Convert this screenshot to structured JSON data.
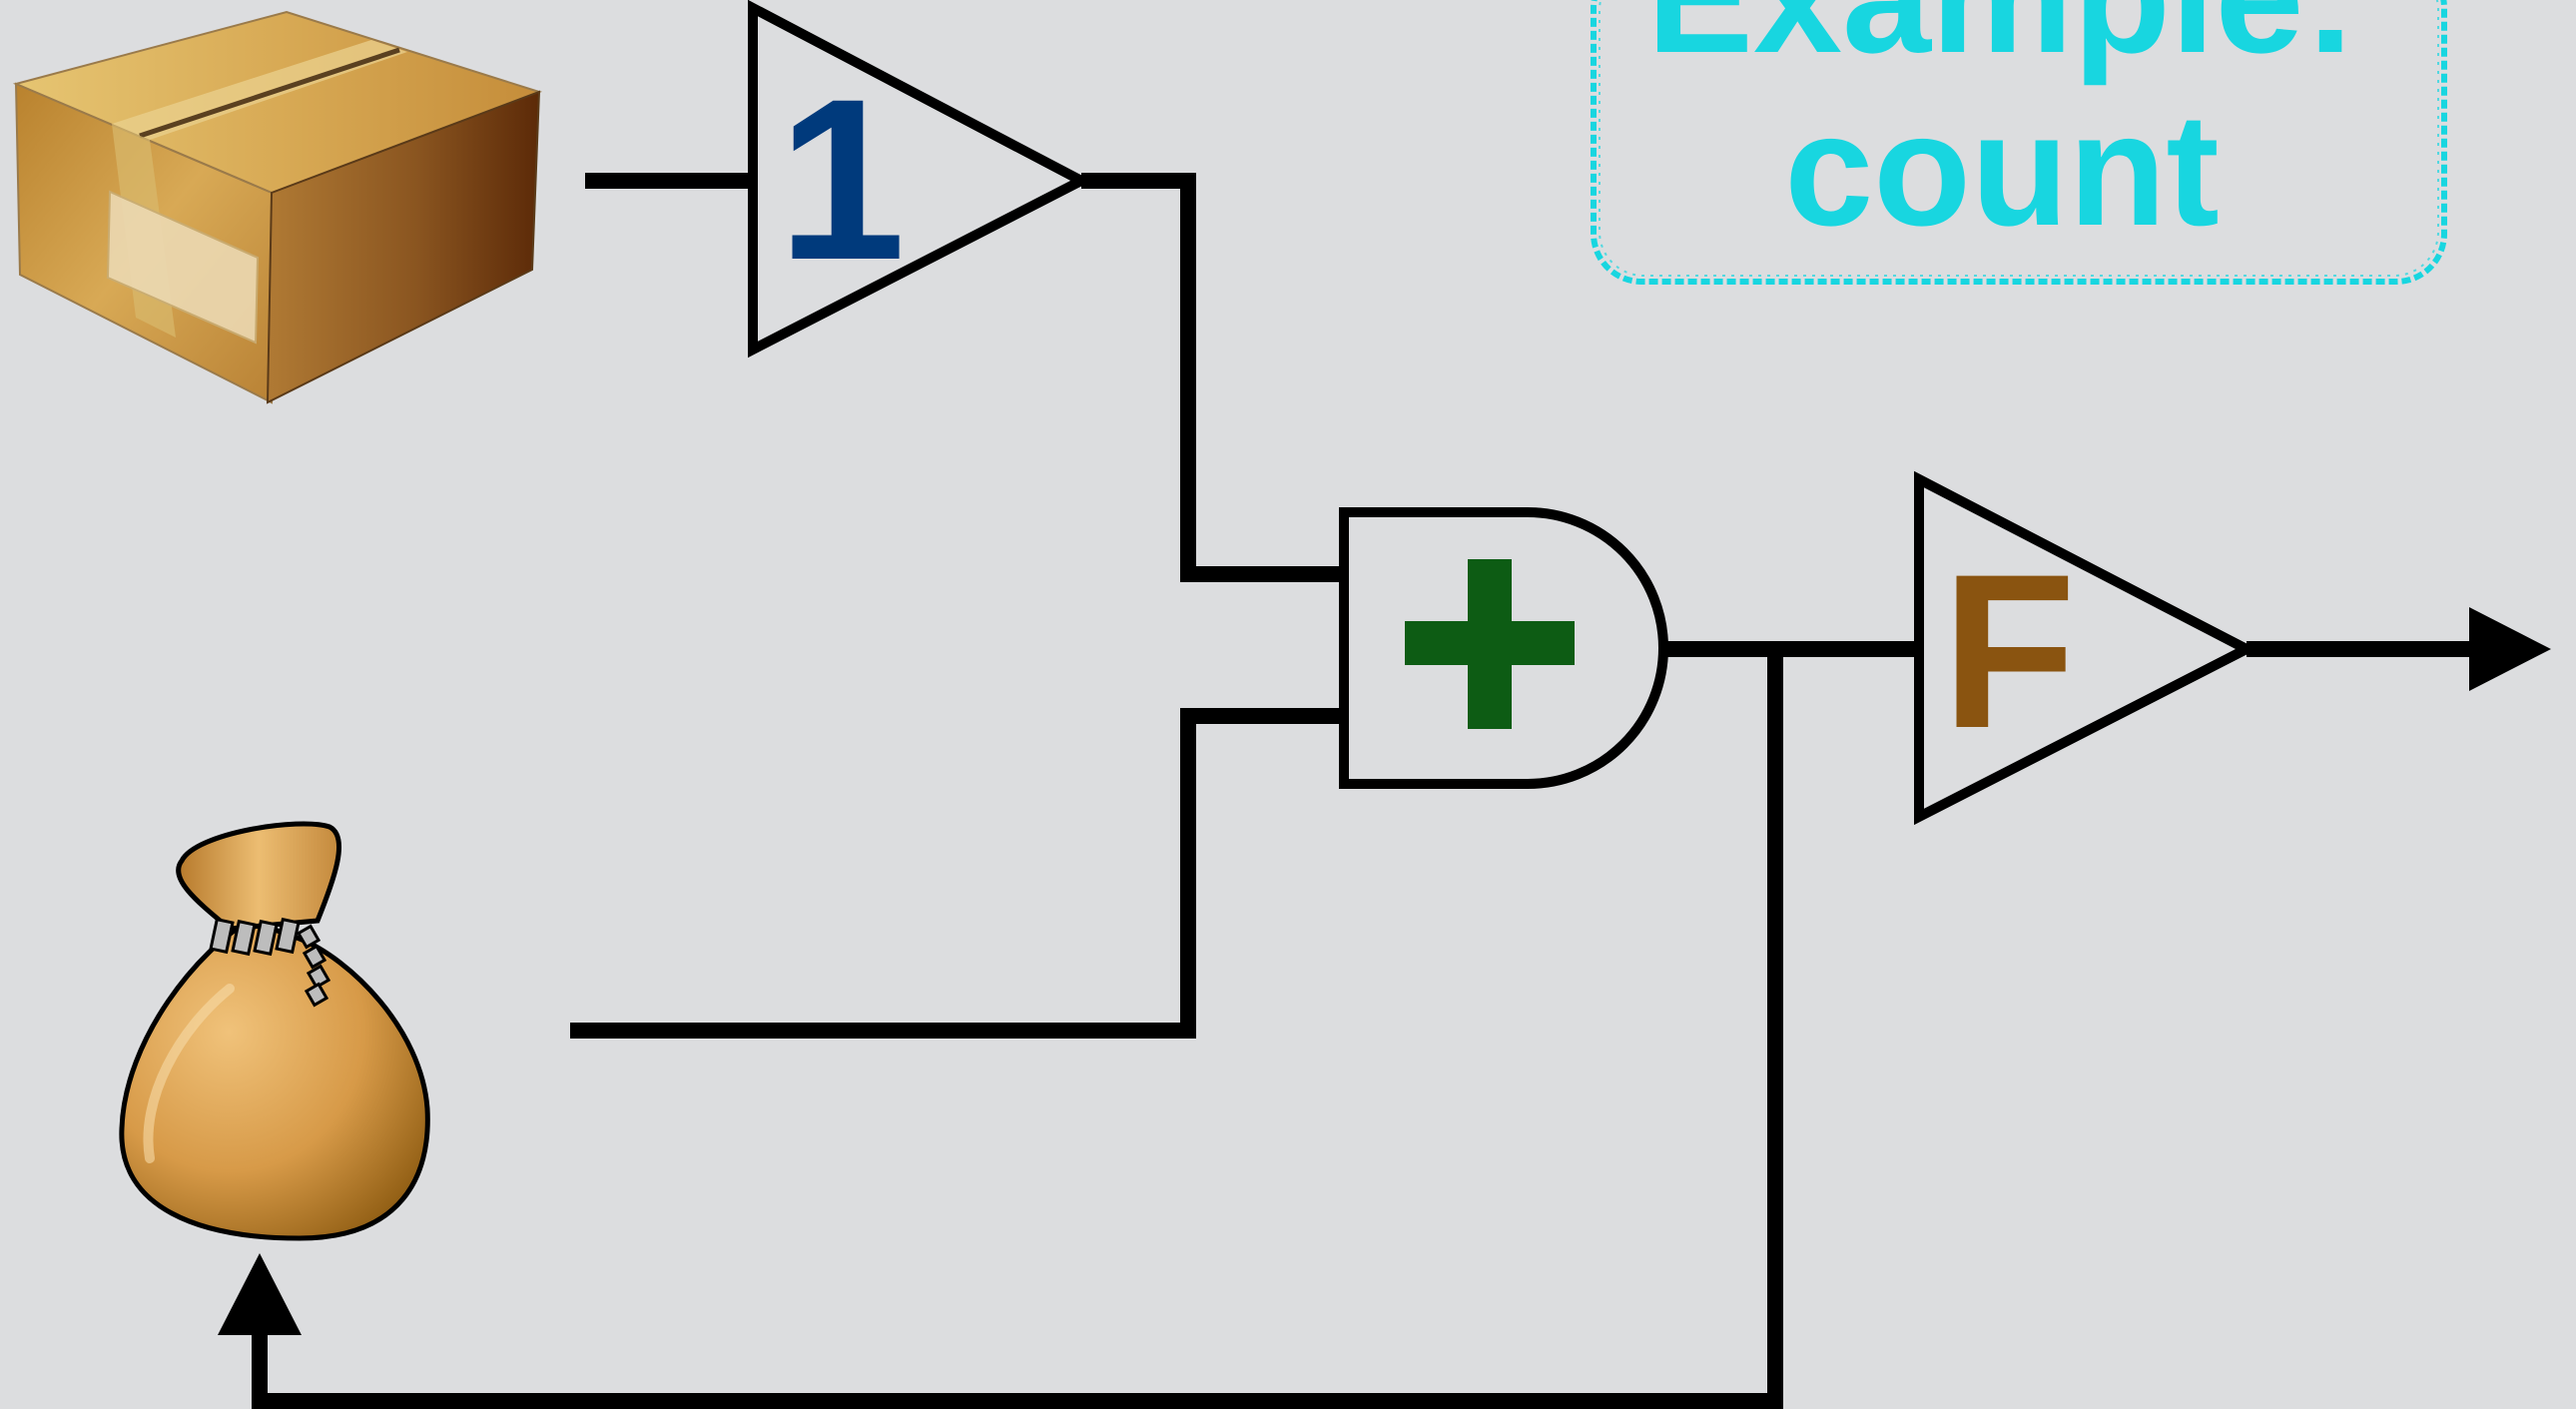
{
  "title": {
    "line1": "Example:",
    "line2": "count"
  },
  "gates": {
    "constant": {
      "label": "1",
      "color": "#003a7c"
    },
    "adder": {
      "color": "#0d5c14"
    },
    "function": {
      "label": "F",
      "color": "#8a5410"
    }
  },
  "colors": {
    "background": "#dcdddf",
    "wire": "#000000",
    "title_box": "#18d6e0",
    "box_cardboard": "#c8923c",
    "sack": "#e0a44a"
  },
  "icons": {
    "source": "cardboard-box-icon",
    "accumulator": "money-sack-icon",
    "output": "output-arrow-icon",
    "feedback": "feedback-arrow-icon",
    "adder_symbol": "plus-icon"
  }
}
